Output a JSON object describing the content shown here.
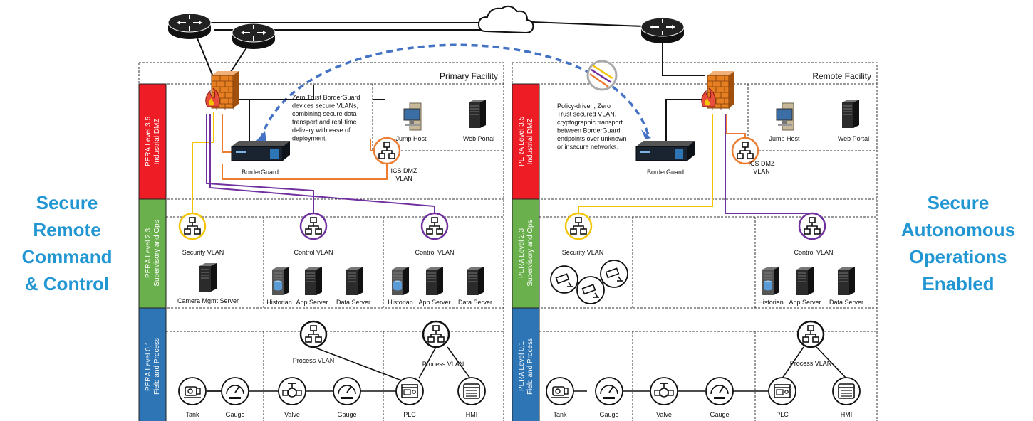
{
  "left_caption": [
    "Secure",
    "Remote",
    "Command",
    "& Control"
  ],
  "right_caption": [
    "Secure",
    "Autonomous",
    "Operations",
    "Enabled"
  ],
  "bands": {
    "dmz": "PERA Level 3.5\nIndustrial DMZ",
    "ops": "PERA Level 2,3\nSupervisory and Ops",
    "field": "PERA Level 0,1\nField and Process"
  },
  "colors": {
    "dmz": "#ee1c25",
    "ops": "#6ab04c",
    "field": "#2e75b6",
    "security_line": "#f5c400",
    "control_line": "#7030a0",
    "dmz_line": "#ed7d31",
    "tunnel": "#4472c4"
  },
  "primary": {
    "title": "Primary Facility",
    "callout": "Zero Trust BorderGuard\ndevices secure VLANs,\ncombining secure data\ntransport and real-time\ndelivery with ease of\ndeployment.",
    "borderguard": "BorderGuard",
    "dmz_vlan": "ICS DMZ\nVLAN",
    "jump_host": "Jump Host",
    "web_portal": "Web Portal",
    "security_vlan": "Security VLAN",
    "camera_server": "Camera Mgmt Server",
    "control_vlan_1": "Control VLAN",
    "control_vlan_2": "Control VLAN",
    "servers_1": [
      "Historian",
      "App Server",
      "Data Server"
    ],
    "servers_2": [
      "Historian",
      "App Server",
      "Data Server"
    ],
    "process_vlan_1": "Process VLAN",
    "process_vlan_2": "Process VLAN",
    "devices": [
      "Tank",
      "Gauge",
      "Valve",
      "Gauge",
      "PLC",
      "HMI"
    ]
  },
  "remote": {
    "title": "Remote Facility",
    "callout": "Policy-driven, Zero\nTrust secured VLAN,\ncryptographic transport\nbetween BorderGuard\nendpoints over unknown\nor insecure networks.",
    "borderguard": "BorderGuard",
    "dmz_vlan": "ICS DMZ\nVLAN",
    "jump_host": "Jump Host",
    "web_portal": "Web Portal",
    "security_vlan": "Security VLAN",
    "control_vlan": "Control VLAN",
    "servers": [
      "Historian",
      "App Server",
      "Data Server"
    ],
    "process_vlan": "Process VLAN",
    "devices": [
      "Tank",
      "Gauge",
      "Valve",
      "Gauge",
      "PLC",
      "HMI"
    ]
  }
}
